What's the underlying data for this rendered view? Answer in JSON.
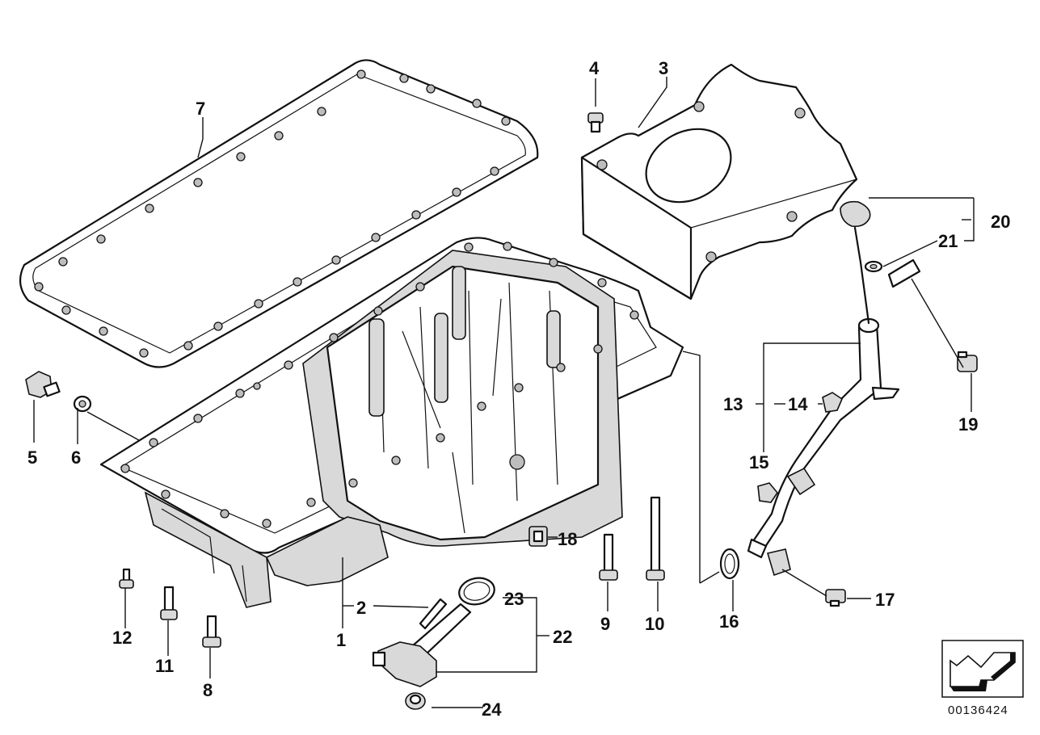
{
  "diagram": {
    "doc_number": "00136424",
    "callouts": [
      {
        "id": "1",
        "label": "1"
      },
      {
        "id": "2",
        "label": "2"
      },
      {
        "id": "3",
        "label": "3"
      },
      {
        "id": "4",
        "label": "4"
      },
      {
        "id": "5",
        "label": "5"
      },
      {
        "id": "6",
        "label": "6"
      },
      {
        "id": "7",
        "label": "7"
      },
      {
        "id": "8",
        "label": "8"
      },
      {
        "id": "9",
        "label": "9"
      },
      {
        "id": "10",
        "label": "10"
      },
      {
        "id": "11",
        "label": "11"
      },
      {
        "id": "12",
        "label": "12"
      },
      {
        "id": "13",
        "label": "13"
      },
      {
        "id": "14",
        "label": "14"
      },
      {
        "id": "15",
        "label": "15"
      },
      {
        "id": "16",
        "label": "16"
      },
      {
        "id": "17",
        "label": "17"
      },
      {
        "id": "18",
        "label": "18"
      },
      {
        "id": "19",
        "label": "19"
      },
      {
        "id": "20",
        "label": "20"
      },
      {
        "id": "21",
        "label": "21"
      },
      {
        "id": "22",
        "label": "22"
      },
      {
        "id": "23",
        "label": "23"
      },
      {
        "id": "24",
        "label": "24"
      }
    ],
    "nav_icon": "arrow-down-left-icon"
  }
}
